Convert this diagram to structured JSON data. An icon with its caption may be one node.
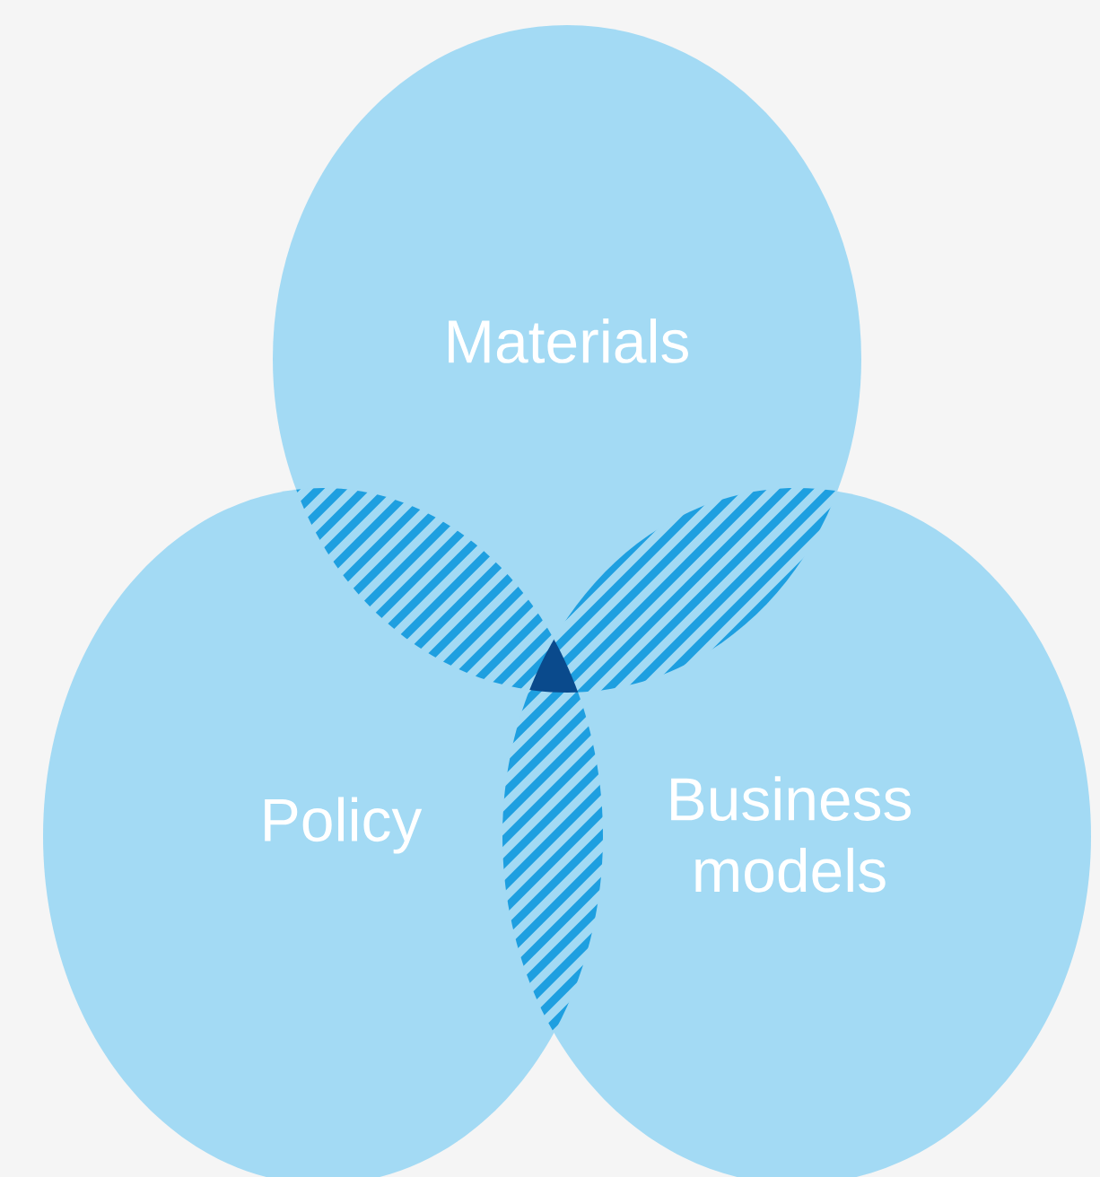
{
  "diagram": {
    "nodes": [
      {
        "text": [
          "Materials"
        ]
      },
      {
        "text": [
          "Policy"
        ]
      },
      {
        "text": [
          "Business models"
        ]
      }
    ]
  }
}
